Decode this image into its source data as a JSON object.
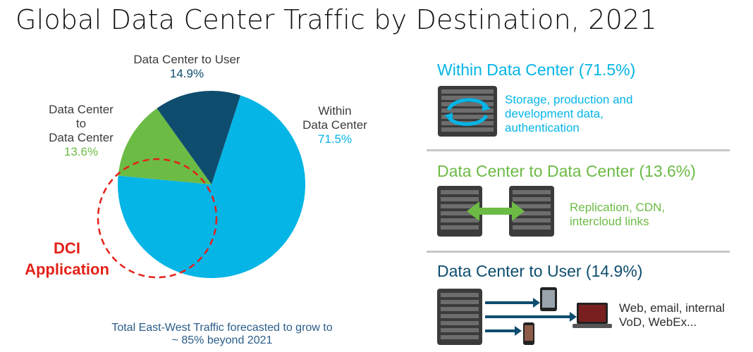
{
  "title": "Global Data Center Traffic by Destination, 2021",
  "colors": {
    "within": "#05b5e6",
    "dc_to_dc": "#6cbb45",
    "dc_to_user": "#0e4d6e",
    "dci": "#e32119",
    "footnote": "#2a5c8a"
  },
  "chart_data": {
    "type": "pie",
    "title": "",
    "slices": [
      {
        "name": "Within Data Center",
        "label_lines": [
          "Within",
          "Data Center"
        ],
        "value": 71.5,
        "value_label": "71.5%"
      },
      {
        "name": "Data Center to Data Center",
        "label_lines": [
          "Data Center",
          "to",
          "Data Center"
        ],
        "value": 13.6,
        "value_label": "13.6%"
      },
      {
        "name": "Data Center to User",
        "label_lines": [
          "Data Center to User"
        ],
        "value": 14.9,
        "value_label": "14.9%"
      }
    ]
  },
  "annotation": {
    "line1": "DCI",
    "line2": "Application"
  },
  "footnote": {
    "line1": "Total East-West Traffic forecasted to grow to",
    "line2": "~ 85% beyond 2021"
  },
  "categories": [
    {
      "title": "Within Data Center (71.5%)",
      "desc": [
        "Storage, production and",
        "development data,",
        "authentication"
      ],
      "icon": "server-rack-sync-icon"
    },
    {
      "title": "Data Center to Data Center (13.6%)",
      "desc": [
        "Replication, CDN,",
        "intercloud links"
      ],
      "icon": "server-racks-bidirectional-icon"
    },
    {
      "title": "Data Center to User (14.9%)",
      "desc": [
        "Web, email, internal",
        "VoD, WebEx..."
      ],
      "icon": "server-to-devices-icon"
    }
  ]
}
